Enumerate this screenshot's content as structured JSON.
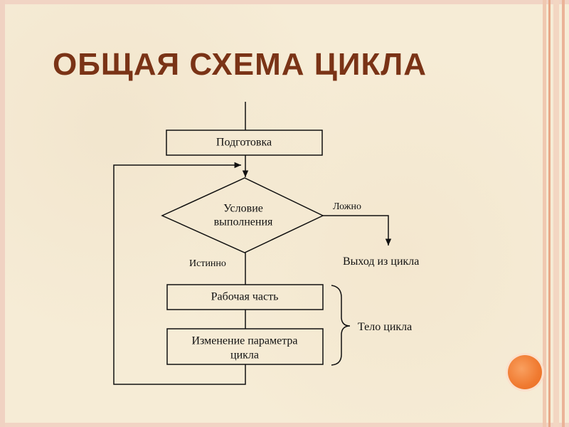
{
  "slide": {
    "title": "ОБЩАЯ СХЕМА ЦИКЛА"
  },
  "flowchart": {
    "nodes": {
      "preparation": "Подготовка",
      "condition_line1": "Условие",
      "condition_line2": "выполнения",
      "work_part": "Рабочая часть",
      "change_param_line1": "Изменение параметра",
      "change_param_line2": "цикла",
      "exit": "Выход из цикла"
    },
    "edges": {
      "false_label": "Ложно",
      "true_label": "Истинно"
    },
    "brace_label": "Тело цикла"
  },
  "colors": {
    "title": "#7a3316",
    "background": "#f6ecd6",
    "accent_circle": "#f07a30"
  }
}
